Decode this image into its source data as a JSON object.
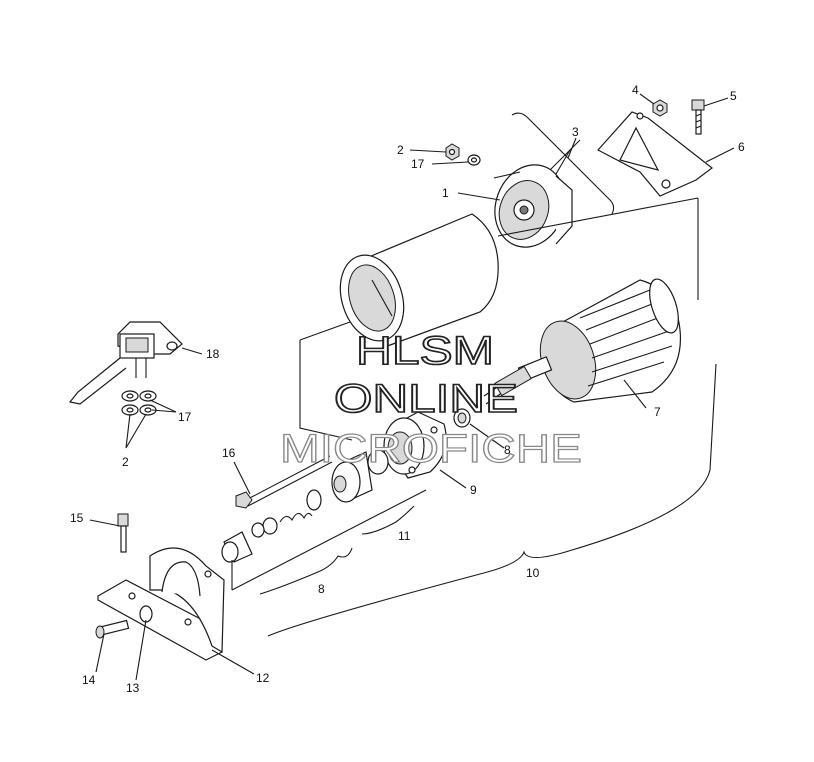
{
  "watermark": {
    "line1": "HLSM",
    "line2": "ONLINE",
    "line3": "MICROFICHE"
  },
  "callouts": {
    "c1": "1",
    "c2_top": "2",
    "c2_left": "2",
    "c3": "3",
    "c4": "4",
    "c5": "5",
    "c6": "6",
    "c7": "7",
    "c8_right": "8",
    "c8_bottom": "8",
    "c9": "9",
    "c10": "10",
    "c11": "11",
    "c12": "12",
    "c13": "13",
    "c14": "14",
    "c15": "15",
    "c16": "16",
    "c17_top": "17",
    "c17_left": "17",
    "c18": "18"
  }
}
